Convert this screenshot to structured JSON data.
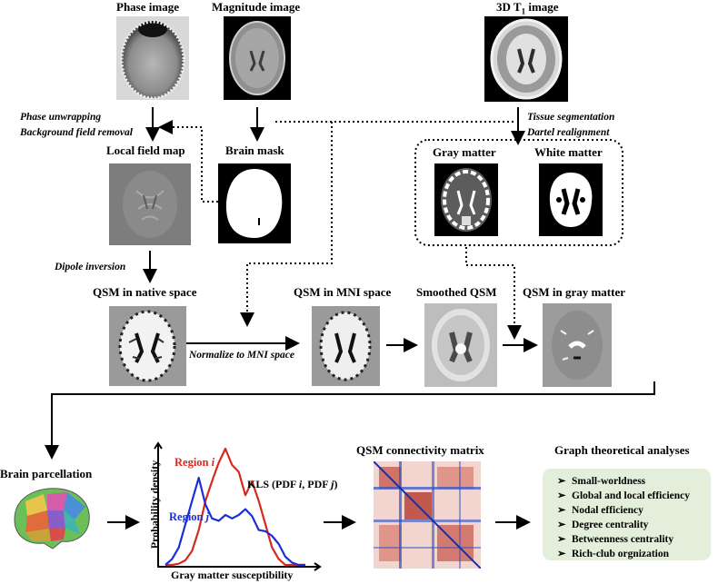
{
  "labels": {
    "phase_image": "Phase image",
    "magnitude_image": "Magnitude image",
    "t1_image_prefix": "3D T",
    "t1_image_sub": "1",
    "t1_image_suffix": " image",
    "local_field_map": "Local field map",
    "brain_mask": "Brain mask",
    "gray_matter": "Gray matter",
    "white_matter": "White matter",
    "qsm_native": "QSM in native space",
    "qsm_mni": "QSM in MNI space",
    "smoothed_qsm": "Smoothed QSM",
    "qsm_gray_matter": "QSM in gray matter",
    "brain_parcellation": "Brain parcellation",
    "connectivity_matrix": "QSM connectivity matrix",
    "graph_analyses": "Graph theoretical analyses"
  },
  "steps": {
    "phase_unwrapping": "Phase unwrapping",
    "background_field_removal": "Background field removal",
    "tissue_segmentation": "Tissue segmentation",
    "dartel_realignment": "Dartel realignment",
    "dipole_inversion": "Dipole inversion",
    "normalize_mni": "Normalize to MNI space"
  },
  "chart_data": {
    "type": "line",
    "xlabel": "Gray matter susceptibility",
    "ylabel": "Probability density",
    "annotation": "KLS (PDF i, PDF j)",
    "series": [
      {
        "name": "Region i",
        "color": "#d62a1e",
        "values": [
          0.0,
          0.0,
          0.01,
          0.04,
          0.12,
          0.3,
          0.55,
          0.72,
          0.88,
          1.0,
          0.86,
          0.8,
          0.6,
          0.72,
          0.55,
          0.35,
          0.15,
          0.05,
          0.0,
          0.0,
          0.0,
          0.0
        ]
      },
      {
        "name": "Region j",
        "color": "#1a2fd6",
        "values": [
          0.0,
          0.05,
          0.15,
          0.35,
          0.55,
          0.75,
          0.52,
          0.4,
          0.38,
          0.43,
          0.4,
          0.43,
          0.48,
          0.42,
          0.3,
          0.29,
          0.25,
          0.18,
          0.07,
          0.02,
          0.0,
          0.0
        ]
      }
    ]
  },
  "metrics": {
    "items": [
      "Small-worldness",
      "Global and local efficiency",
      "Nodal efficiency",
      "Degree centrality",
      "Betweenness centrality",
      "Rich-club orgnization"
    ],
    "bullet": "➢"
  },
  "colors": {
    "metrics_bg": "#e3eedb",
    "region_i": "#d62a1e",
    "region_j": "#1a2fd6"
  }
}
